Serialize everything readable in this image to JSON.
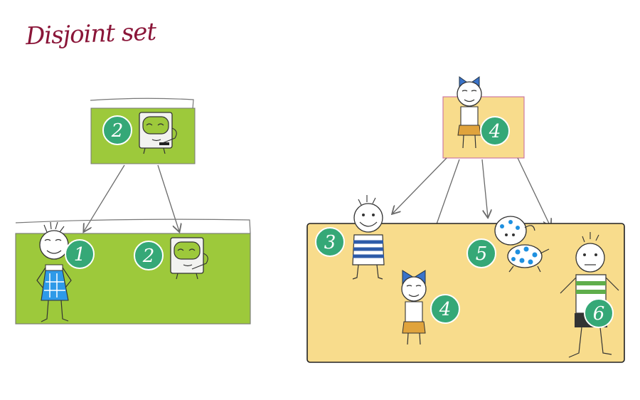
{
  "title": "Disjoint set",
  "colors": {
    "green_box": "#9dc93b",
    "yellow_box": "#f8dc8c",
    "badge": "#35a877",
    "title": "#8a1538",
    "stripe_blue": "#2d5ba8",
    "stripe_green": "#5fae4b",
    "bow_blue": "#3a73c9",
    "dot_blue": "#1e90e0",
    "skirt": "#e0a33c"
  },
  "left_set": {
    "root": {
      "number": "2",
      "character": "green-square-creature"
    },
    "members": [
      {
        "number": "1",
        "character": "girl-blue-dress"
      },
      {
        "number": "2",
        "character": "green-square-creature"
      }
    ]
  },
  "right_set": {
    "root": {
      "number": "4",
      "character": "girl-blue-bow"
    },
    "members": [
      {
        "number": "3",
        "character": "boy-striped-shirt"
      },
      {
        "number": "5",
        "character": "dotted-dog"
      },
      {
        "number": "4",
        "character": "girl-blue-bow"
      },
      {
        "number": "6",
        "character": "boy-green-shirt"
      }
    ]
  }
}
